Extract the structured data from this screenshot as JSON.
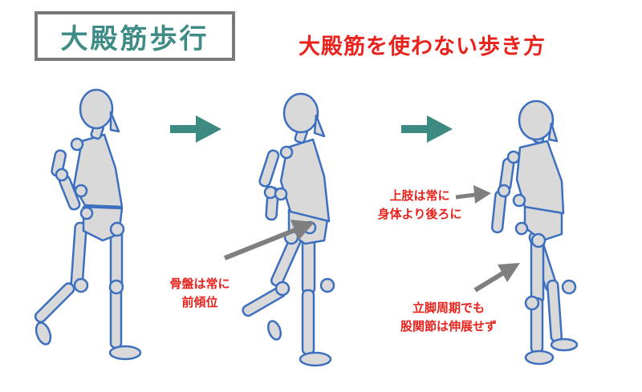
{
  "header": {
    "title": "大殿筋歩行",
    "subtitle": "大殿筋を使わない歩き方"
  },
  "annotations": {
    "pelvis": [
      "骨盤は常に",
      "前傾位"
    ],
    "arm": [
      "上肢は常に",
      "身体より後ろに"
    ],
    "hip": [
      "立脚周期でも",
      "股関節は伸展せず"
    ]
  },
  "colors": {
    "title_teal": "#3f8c86",
    "title_border": "#7a7a7a",
    "annotation_red": "#e8221c",
    "figure_fill": "#d9d9d9",
    "figure_stroke": "#3d6fbf",
    "flow_arrow": "#3d8a83",
    "pointer_arrow": "#7f7f7f"
  },
  "icons": [
    "flow-arrow-icon",
    "pointer-arrow-icon"
  ]
}
